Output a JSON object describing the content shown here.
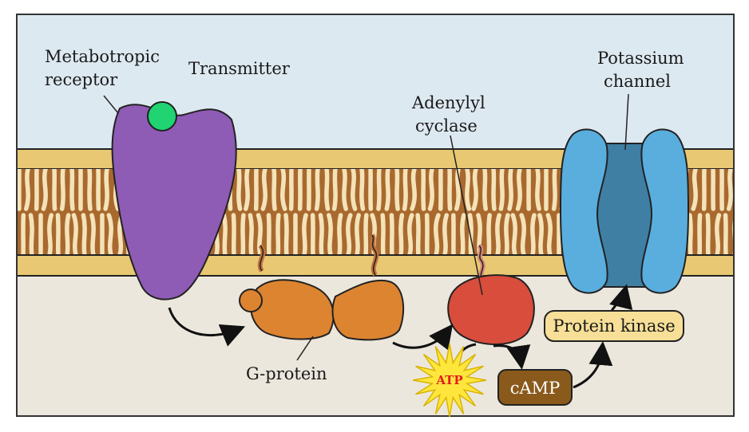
{
  "labels": {
    "receptor_line1": "Metabotropic",
    "receptor_line2": "receptor",
    "transmitter": "Transmitter",
    "adenylyl_line1": "Adenylyl",
    "adenylyl_line2": "cyclase",
    "potassium_line1": "Potassium",
    "potassium_line2": "channel",
    "g_protein": "G-protein",
    "protein_kinase": "Protein kinase",
    "camp": "cAMP",
    "atp": "ATP"
  },
  "colors": {
    "extracellular": "#dde9f1",
    "intracellular": "#ece7dd",
    "membrane_head": "#e8c872",
    "lipid_core": "#a9692e",
    "lipid_tail": "#f4e3b8",
    "receptor": "#8e5bb5",
    "transmitter": "#1fd471",
    "g_protein": "#dc8430",
    "adenylyl_cyclase": "#d94d3c",
    "channel": "#5aaede",
    "channel_pore": "#3f7fa3",
    "protein_kinase_box": "#f7df97",
    "camp_box": "#8a5a1c",
    "atp_star": "#ffe63d",
    "atp_text": "#e21b1b"
  }
}
